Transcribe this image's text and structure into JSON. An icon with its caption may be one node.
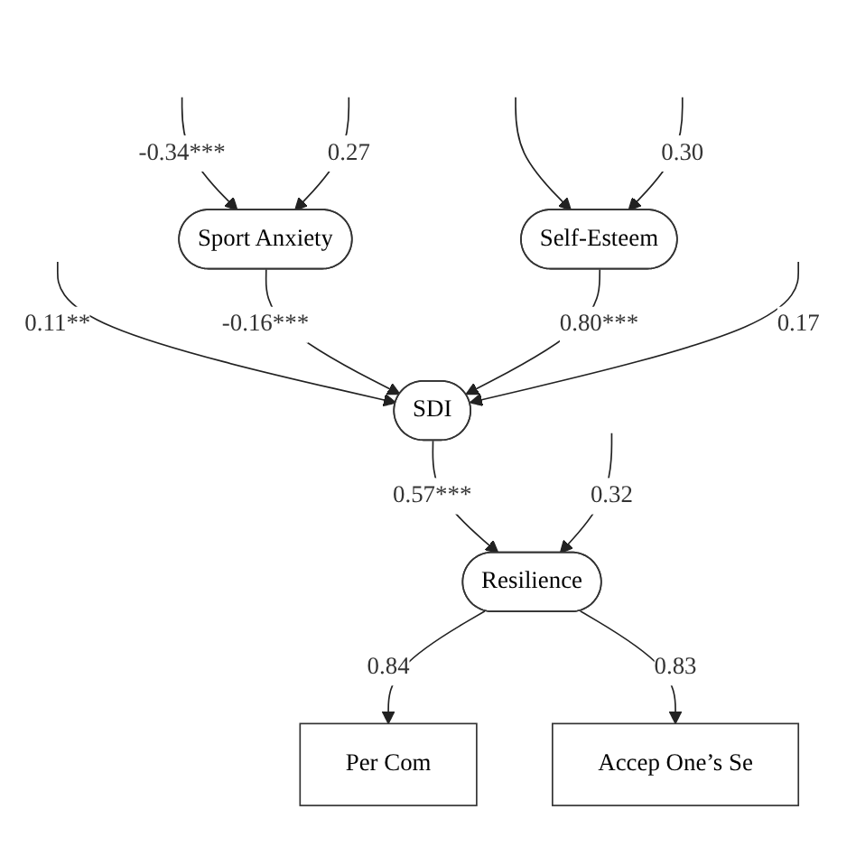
{
  "diagram": {
    "nodes": [
      {
        "text": [
          "Sport Anxiety"
        ]
      },
      {
        "text": [
          "Self-Esteem"
        ]
      },
      {
        "text": [
          "SDI"
        ]
      },
      {
        "text": [
          "Resilience"
        ]
      },
      {
        "text": [
          "Per Com"
        ]
      },
      {
        "text": [
          "Accep One’s Se"
        ]
      }
    ],
    "edges": [
      {
        "from": null,
        "to": 0,
        "arrow": "to",
        "label": "-0.34***"
      },
      {
        "from": null,
        "to": 2,
        "arrow": "to",
        "label": "0.11**"
      },
      {
        "from": null,
        "to": 1,
        "arrow": "to"
      },
      {
        "from": null,
        "to": 0,
        "arrow": "to",
        "label": "0.27"
      },
      {
        "from": null,
        "to": 1,
        "arrow": "to",
        "label": "0.30"
      },
      {
        "from": 0,
        "to": 2,
        "arrow": "to",
        "label": "-0.16***"
      },
      {
        "from": 1,
        "to": 2,
        "arrow": "to",
        "label": "0.80***"
      },
      {
        "from": null,
        "to": 2,
        "arrow": "to",
        "label": "0.17"
      },
      {
        "from": 2,
        "to": 3,
        "arrow": "to",
        "label": "0.57***"
      },
      {
        "from": null,
        "to": 3,
        "arrow": "to",
        "label": "0.32"
      },
      {
        "from": 3,
        "to": 4,
        "arrow": "to",
        "label": "0.84"
      },
      {
        "from": 3,
        "to": 5,
        "arrow": "to",
        "label": "0.83"
      }
    ]
  }
}
